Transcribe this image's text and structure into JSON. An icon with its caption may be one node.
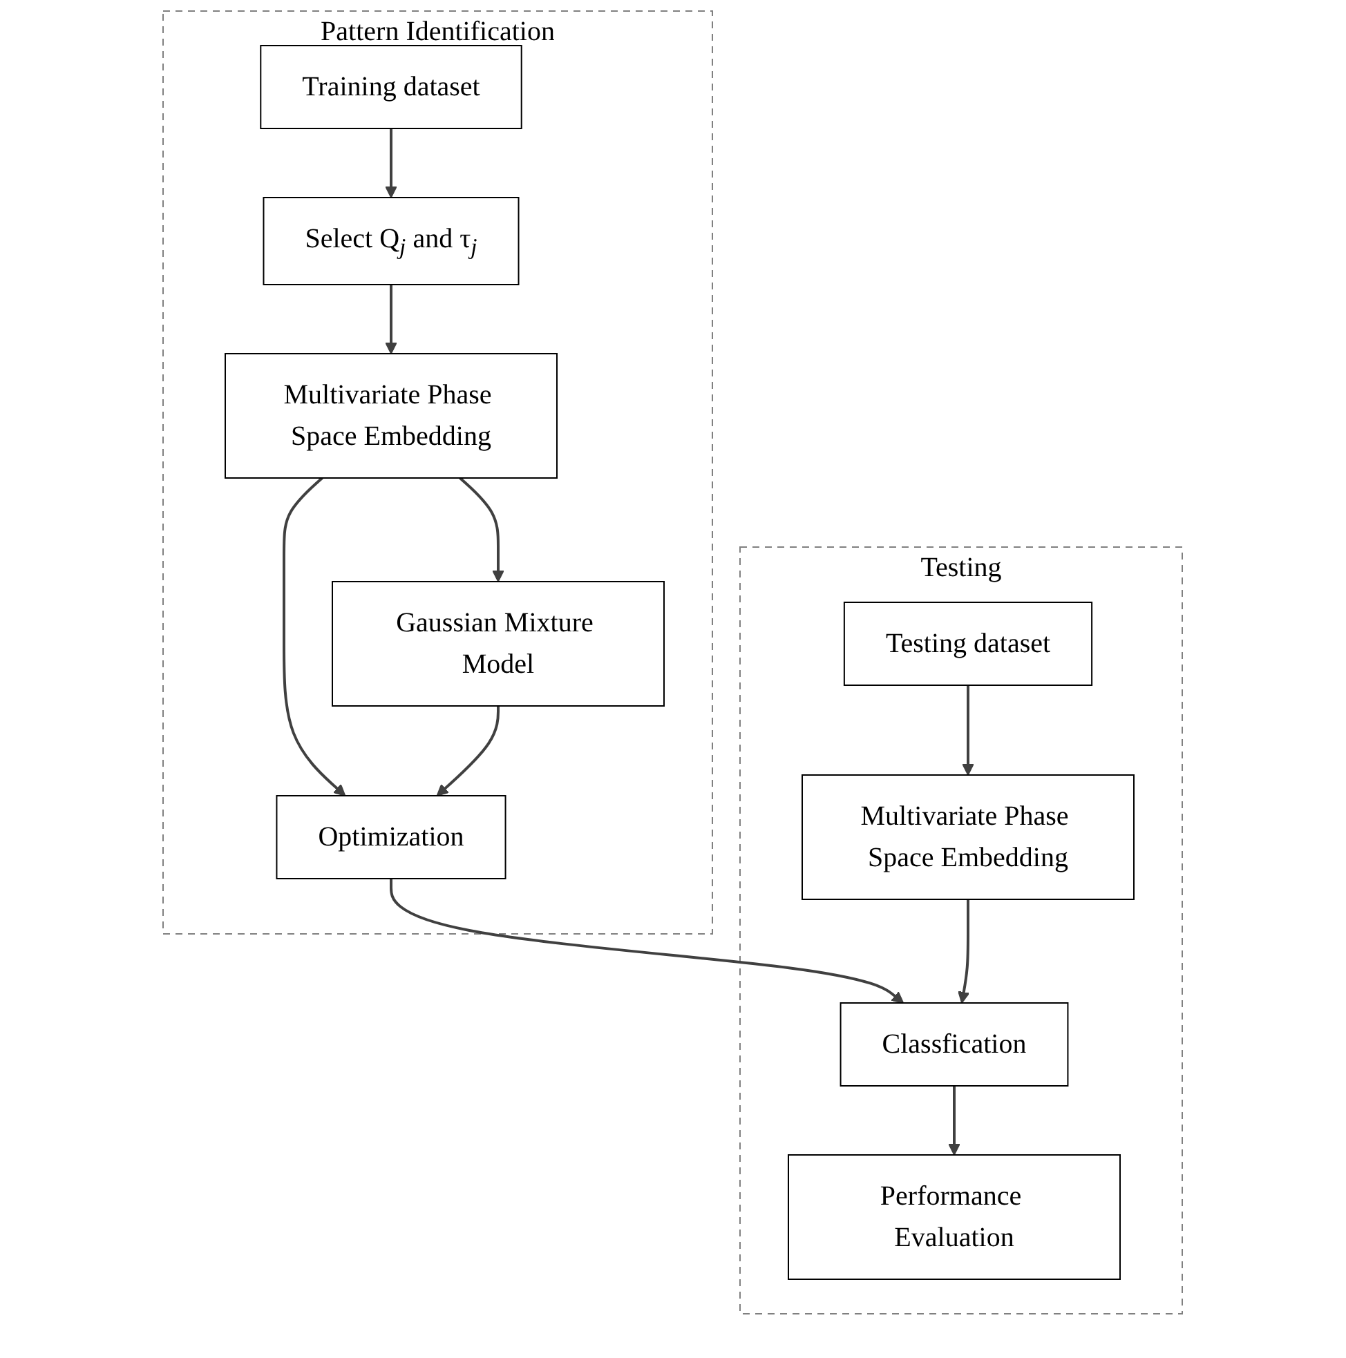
{
  "diagram": {
    "nodes": [
      {
        "text": [
          "Pattern Identification"
        ]
      },
      {
        "text": [
          "Training dataset"
        ],
        "in": 0
      },
      {
        "text": [
          "Select Q$_{j}$ and τ$_{j}$"
        ],
        "in": 0
      },
      {
        "text": [
          "Gaussian Mixture Model"
        ],
        "in": 0
      },
      {
        "text": [
          "Multivariate Phase Space Embedding"
        ],
        "in": 0
      },
      {
        "text": [
          "Optimization"
        ],
        "in": 0
      },
      {
        "text": [
          "Testing"
        ]
      },
      {
        "text": [
          "Testing dataset"
        ],
        "in": 6
      },
      {
        "text": [
          "Multivariate Phase Space Embedding"
        ],
        "in": 6
      },
      {
        "text": [
          "Classfication"
        ],
        "in": 6
      },
      {
        "text": [
          "Performance Evaluation"
        ],
        "in": 6
      }
    ],
    "edges": [
      {
        "from": 1,
        "to": 2,
        "arrow": "to"
      },
      {
        "from": 2,
        "to": 4,
        "arrow": "to"
      },
      {
        "from": 4,
        "to": 3,
        "arrow": "to"
      },
      {
        "from": 4,
        "to": 5,
        "arrow": "to"
      },
      {
        "from": 3,
        "to": 5,
        "arrow": "to"
      },
      {
        "from": 5,
        "to": 9,
        "arrow": "to"
      },
      {
        "from": 7,
        "to": 8,
        "arrow": "to"
      },
      {
        "from": 8,
        "to": 9,
        "arrow": "to"
      },
      {
        "from": 9,
        "to": 10,
        "arrow": "to"
      }
    ]
  }
}
